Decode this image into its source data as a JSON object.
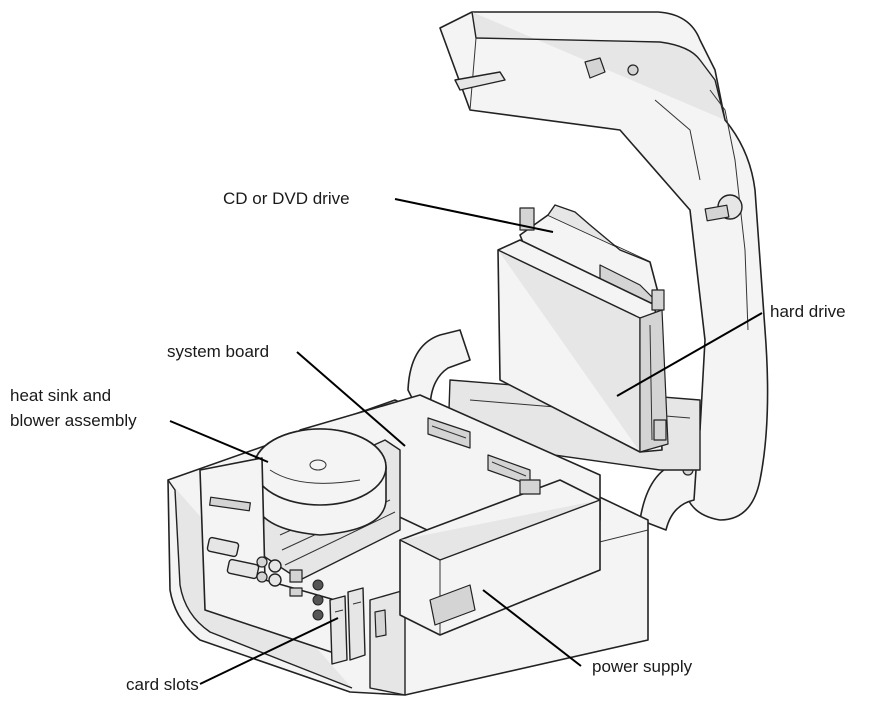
{
  "labels": {
    "cd_dvd_drive": "CD or DVD drive",
    "hard_drive": "hard drive",
    "system_board": "system board",
    "heat_sink_line1": "heat sink and",
    "heat_sink_line2": "blower assembly",
    "card_slots": "card slots",
    "power_supply": "power supply"
  }
}
